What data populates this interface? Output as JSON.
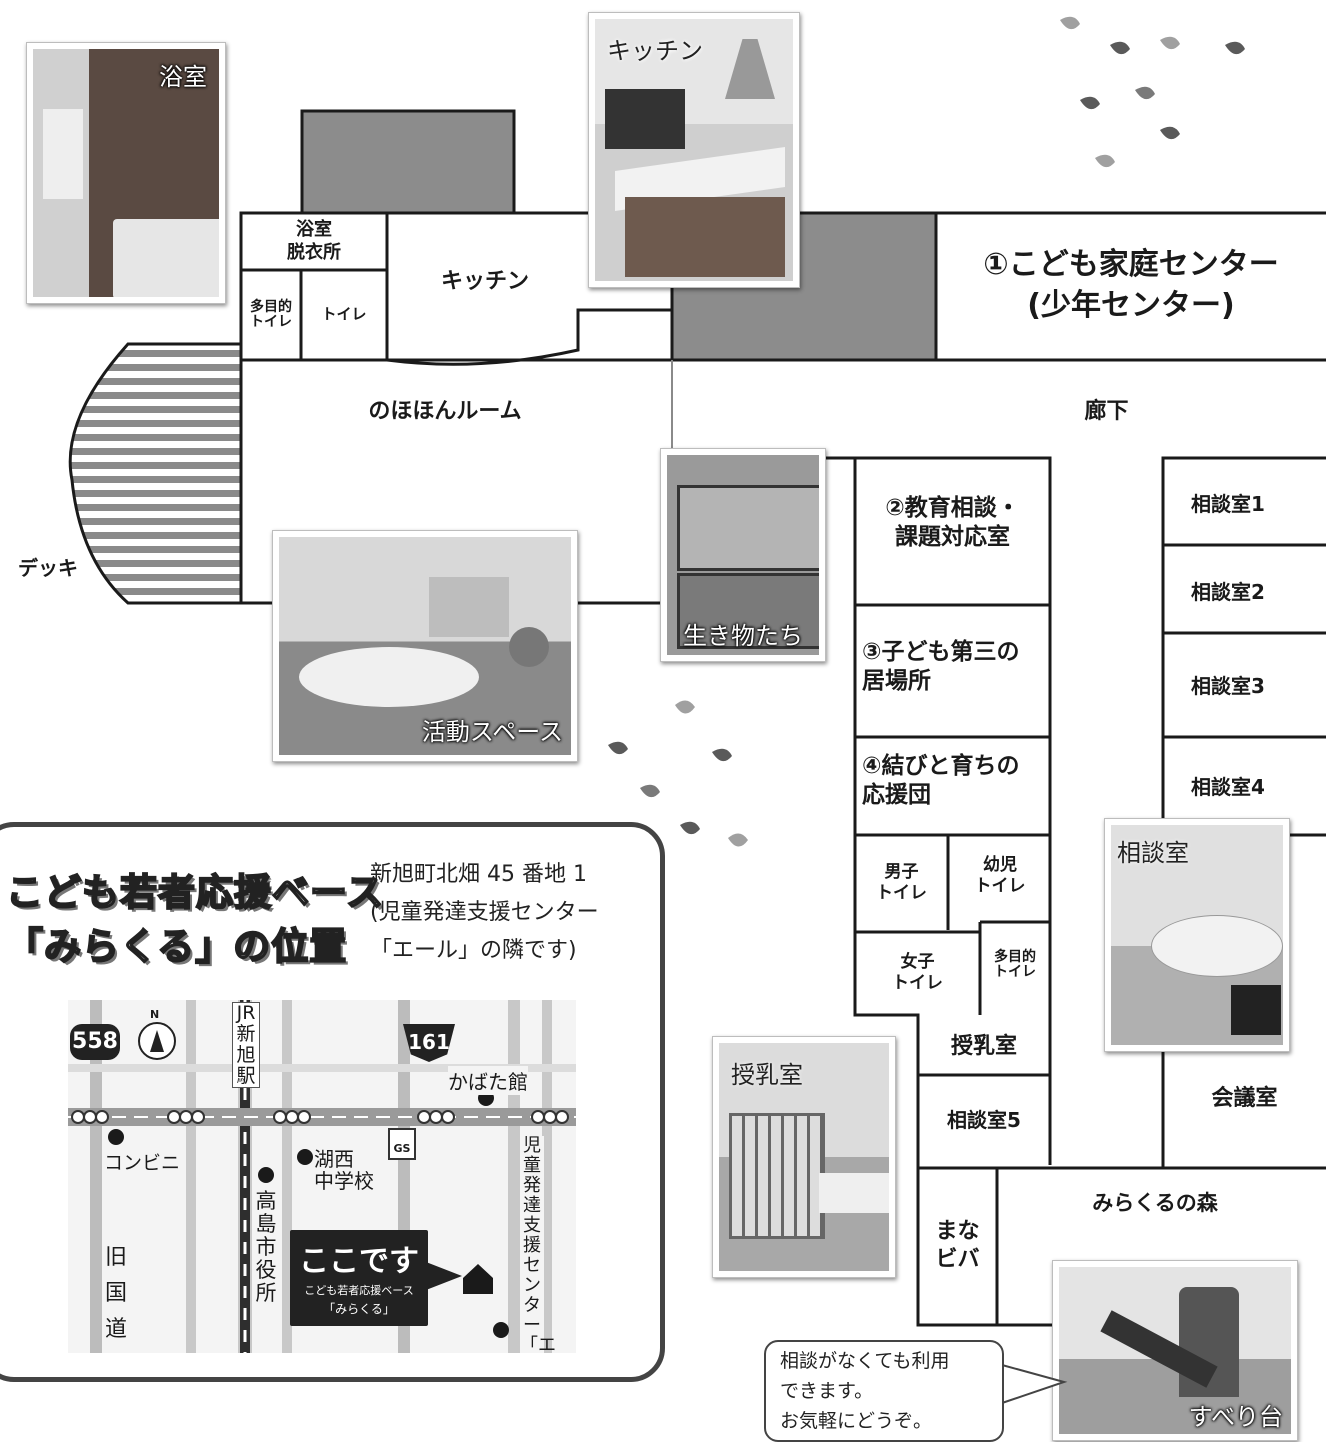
{
  "floor_plan": {
    "rooms": {
      "bath_dressing": "浴室\n脱衣所",
      "kitchen": "キッチン",
      "multipurpose_toilet_1": "多目的\nトイレ",
      "toilet_1": "トイレ",
      "center": "①こども家庭センター\n(少年センター)",
      "nohohon": "のほほんルーム",
      "corridor": "廊下",
      "deck": "デッキ",
      "education": "②教育相談・\n課題対応室",
      "third_place": "③子ども第三の\n居場所",
      "support_team": "④結びと育ちの\n応援団",
      "boys_toilet": "男子\nトイレ",
      "toddler_toilet": "幼児\nトイレ",
      "girls_toilet": "女子\nトイレ",
      "multipurpose_toilet_2": "多目的\nトイレ",
      "nursing": "授乳室",
      "consult5": "相談室5",
      "manabiba": "まな\nビバ",
      "mirakuru_forest": "みらくるの森",
      "consult1": "相談室1",
      "consult2": "相談室2",
      "consult3": "相談室3",
      "consult4": "相談室4",
      "meeting": "会議室"
    },
    "photos": {
      "bath": "浴室",
      "kitchen": "キッチン",
      "creatures": "生き物たち",
      "activity": "活動スペース",
      "consult": "相談室",
      "nursing": "授乳室",
      "slide": "すべり台"
    },
    "speech_bubble": [
      "相談がなくても利用",
      "できます。",
      "お気軽にどうぞ。"
    ]
  },
  "location": {
    "title_line1": "こども若者応援ベース",
    "title_line2": "「みらくる」の位置",
    "address": [
      "新旭町北畑 45 番地 1",
      "(児童発達支援センター",
      "「エール」の隣です)"
    ],
    "map": {
      "route_558": "558",
      "route_161": "161",
      "compass": "N",
      "station": "JR新旭駅",
      "kabata": "かばた館",
      "convenience": "コンビニ",
      "gs": "GS",
      "school": "湖西\n中学校",
      "city_hall": "高島市役所",
      "old_road": "旧国道",
      "here": "ここです",
      "here_sub1": "こども若者応援ベース",
      "here_sub2": "「みらくる」",
      "yell_center": "児童発達支援センター「エール」"
    }
  }
}
